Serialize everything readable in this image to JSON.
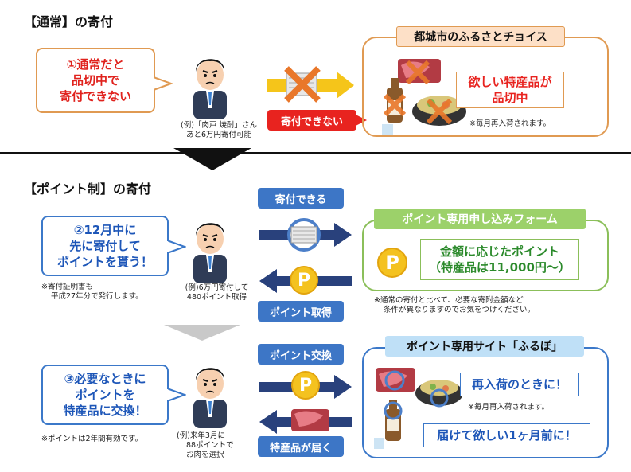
{
  "section1": {
    "title": "【通常】の寄付",
    "callout_lines": [
      "①通常だと",
      "品切中で",
      "寄付できない"
    ],
    "person_caption_lines": [
      "(例)「肉戸 焼酎」さん",
      "あと6万円寄付可能"
    ],
    "cannot_label": "寄付できない",
    "site_title": "都城市のふるさとチョイス",
    "soldout_lines": [
      "欲しい特産品が",
      "品切中"
    ],
    "restock_note": "※毎月再入荷されます。"
  },
  "section2": {
    "title": "【ポイント制】の寄付",
    "callout_lines": [
      "②12月中に",
      "先に寄付して",
      "ポイントを貰う！"
    ],
    "note_lines": [
      "※寄付証明書も",
      "平成27年分で発行します。"
    ],
    "person_caption_lines": [
      "(例)6万円寄付して",
      "480ポイント取得"
    ],
    "can_label": "寄付できる",
    "acquire_label": "ポイント取得",
    "form_title": "ポイント専用申し込みフォーム",
    "form_lines": [
      "金額に応じたポイント",
      "（特産品は11,000円～）"
    ],
    "coin_letter": "P",
    "form_note_lines": [
      "※通常の寄付と比べて、必要な寄附金額など",
      "条件が異なりますのでお気をつけください。"
    ]
  },
  "section3": {
    "callout_lines": [
      "③必要なときに",
      "ポイントを",
      "特産品に交換！"
    ],
    "note": "※ポイントは2年間有効です。",
    "person_caption_lines": [
      "(例)来年3月に",
      "88ポイントで",
      "お肉を選択"
    ],
    "exchange_label": "ポイント交換",
    "arrive_label": "特産品が届く",
    "site_title": "ポイント専用サイト「ふるぽ」",
    "restock_label": "再入荷のときに！",
    "restock_note": "※毎月再入荷されます。",
    "deliver_label": "届けて欲しい1ヶ月前に！",
    "coin_letter": "P"
  },
  "colors": {
    "red": "#e8231f",
    "blue": "#3d76c6",
    "orange_border": "#e09a52",
    "green_border": "#8bbf5a",
    "green_band": "#9cd16a",
    "light_blue_band": "#bfe0f7",
    "coin": "#f4c21f",
    "arrow_blue": "#29417c",
    "arrow_yellow": "#f5c51a"
  }
}
